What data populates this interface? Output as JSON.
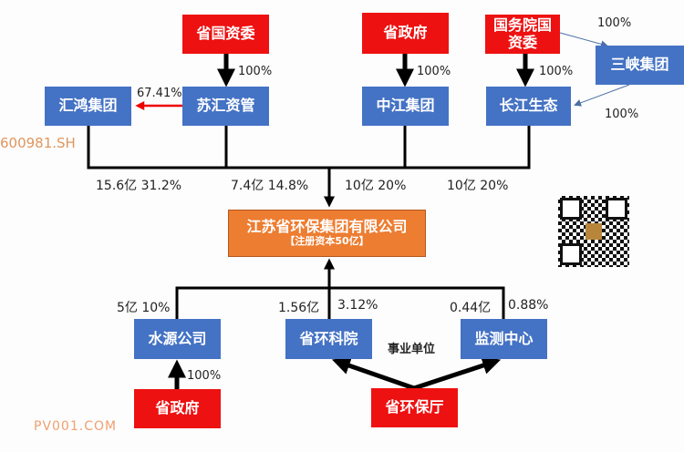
{
  "top": {
    "sasac_province": "省国资委",
    "suhui": "苏汇资管",
    "huihong": "汇鸿集团",
    "huihong_ticker": "600981.SH",
    "suhui_to_huihong": "67.41%",
    "sasac_to_suhui": "100%",
    "gov_province": "省政府",
    "zhongjiang": "中江集团",
    "gov_to_zhongjiang": "100%",
    "sasac_state": "国务院国资委",
    "changjiang": "长江生态",
    "state_to_changjiang": "100%",
    "sanxia": "三峡集团",
    "state_to_sanxia": "100%",
    "sanxia_to_changjiang": "100%"
  },
  "stakes_top": [
    "15.6亿 31.2%",
    "7.4亿 14.8%",
    "10亿 20%",
    "10亿 20%"
  ],
  "center": {
    "name": "江苏省环保集团有限公司",
    "capital": "【注册资本50亿】"
  },
  "bottom": {
    "shuiyuan": "水源公司",
    "shuiyuan_stake": "5亿 10%",
    "kexueyuan": "省环科院",
    "kexueyuan_amount": "1.56亿",
    "kexueyuan_pct": "3.12%",
    "jiance": "监测中心",
    "jiance_amount": "0.44亿",
    "jiance_pct": "0.88%",
    "shiye": "事业单位",
    "gov_province": "省政府",
    "gov_to_shuiyuan": "100%",
    "huanbaoting": "省环保厅"
  },
  "watermark": "PV001.COM",
  "colors": {
    "red": "#ee1111",
    "blue": "#4472c4",
    "orange": "#ed7d31"
  }
}
